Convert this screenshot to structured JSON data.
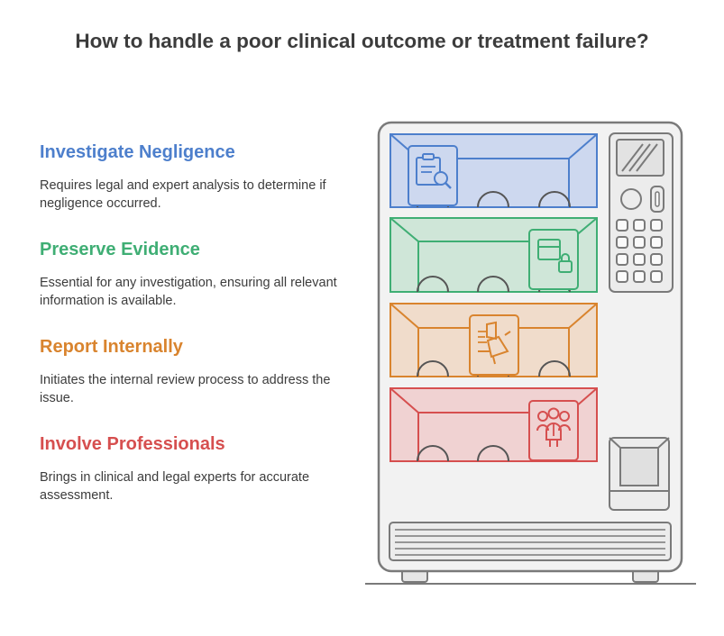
{
  "title": "How to handle a poor clinical outcome or treatment failure?",
  "colors": {
    "blue": "#4d7fcc",
    "green": "#3fae74",
    "orange": "#d9842e",
    "red": "#d64f4f",
    "machine_outline": "#7a7a7a",
    "machine_fill": "#f2f2f2"
  },
  "steps": [
    {
      "heading": "Investigate Negligence",
      "description": "Requires legal and expert analysis to determine if negligence occurred.",
      "icon": "clipboard-search-icon"
    },
    {
      "heading": "Preserve Evidence",
      "description": "Essential for any investigation, ensuring all relevant information is available.",
      "icon": "locked-box-icon"
    },
    {
      "heading": "Report Internally",
      "description": "Initiates the internal review process to address the issue.",
      "icon": "megaphone-report-icon"
    },
    {
      "heading": "Involve Professionals",
      "description": "Brings in clinical and legal experts for accurate assessment.",
      "icon": "professionals-group-icon"
    }
  ]
}
